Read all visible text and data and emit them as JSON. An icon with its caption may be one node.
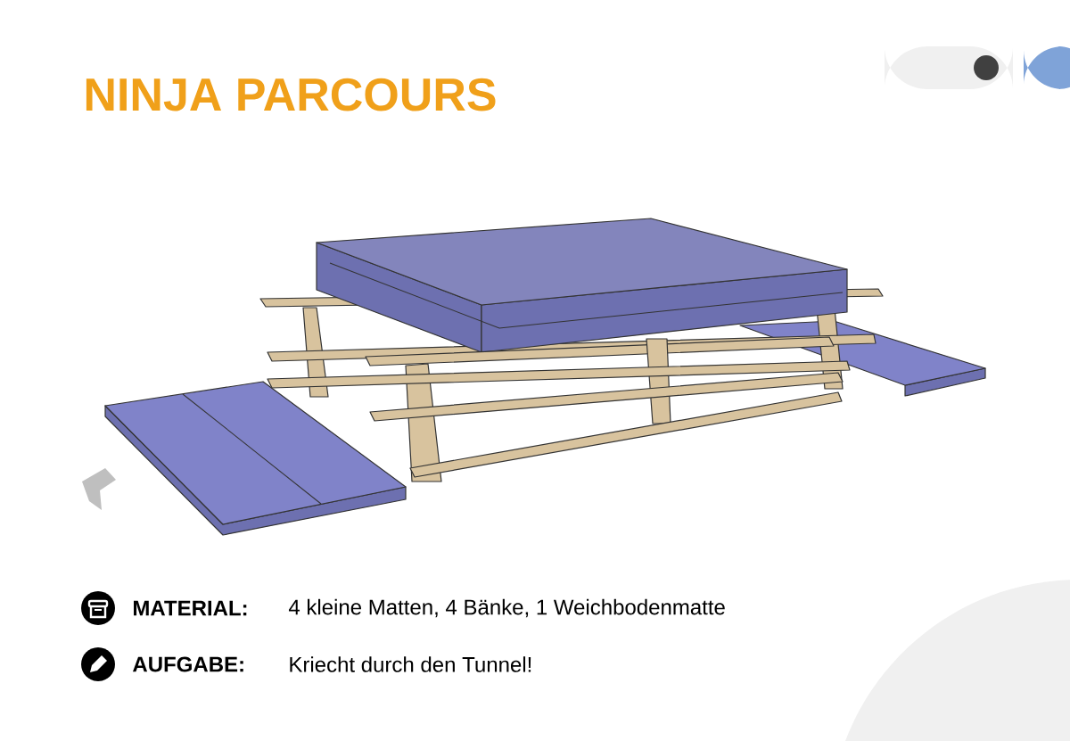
{
  "diagram": {
    "title": "NINJA PARCOURS",
    "labels": [
      "MATERIAL:",
      "4 kleine Matten, 4 Bänke, 1 Weichbodenmatte",
      "AUFGABE:",
      "Kriecht durch den Tunnel!"
    ]
  }
}
